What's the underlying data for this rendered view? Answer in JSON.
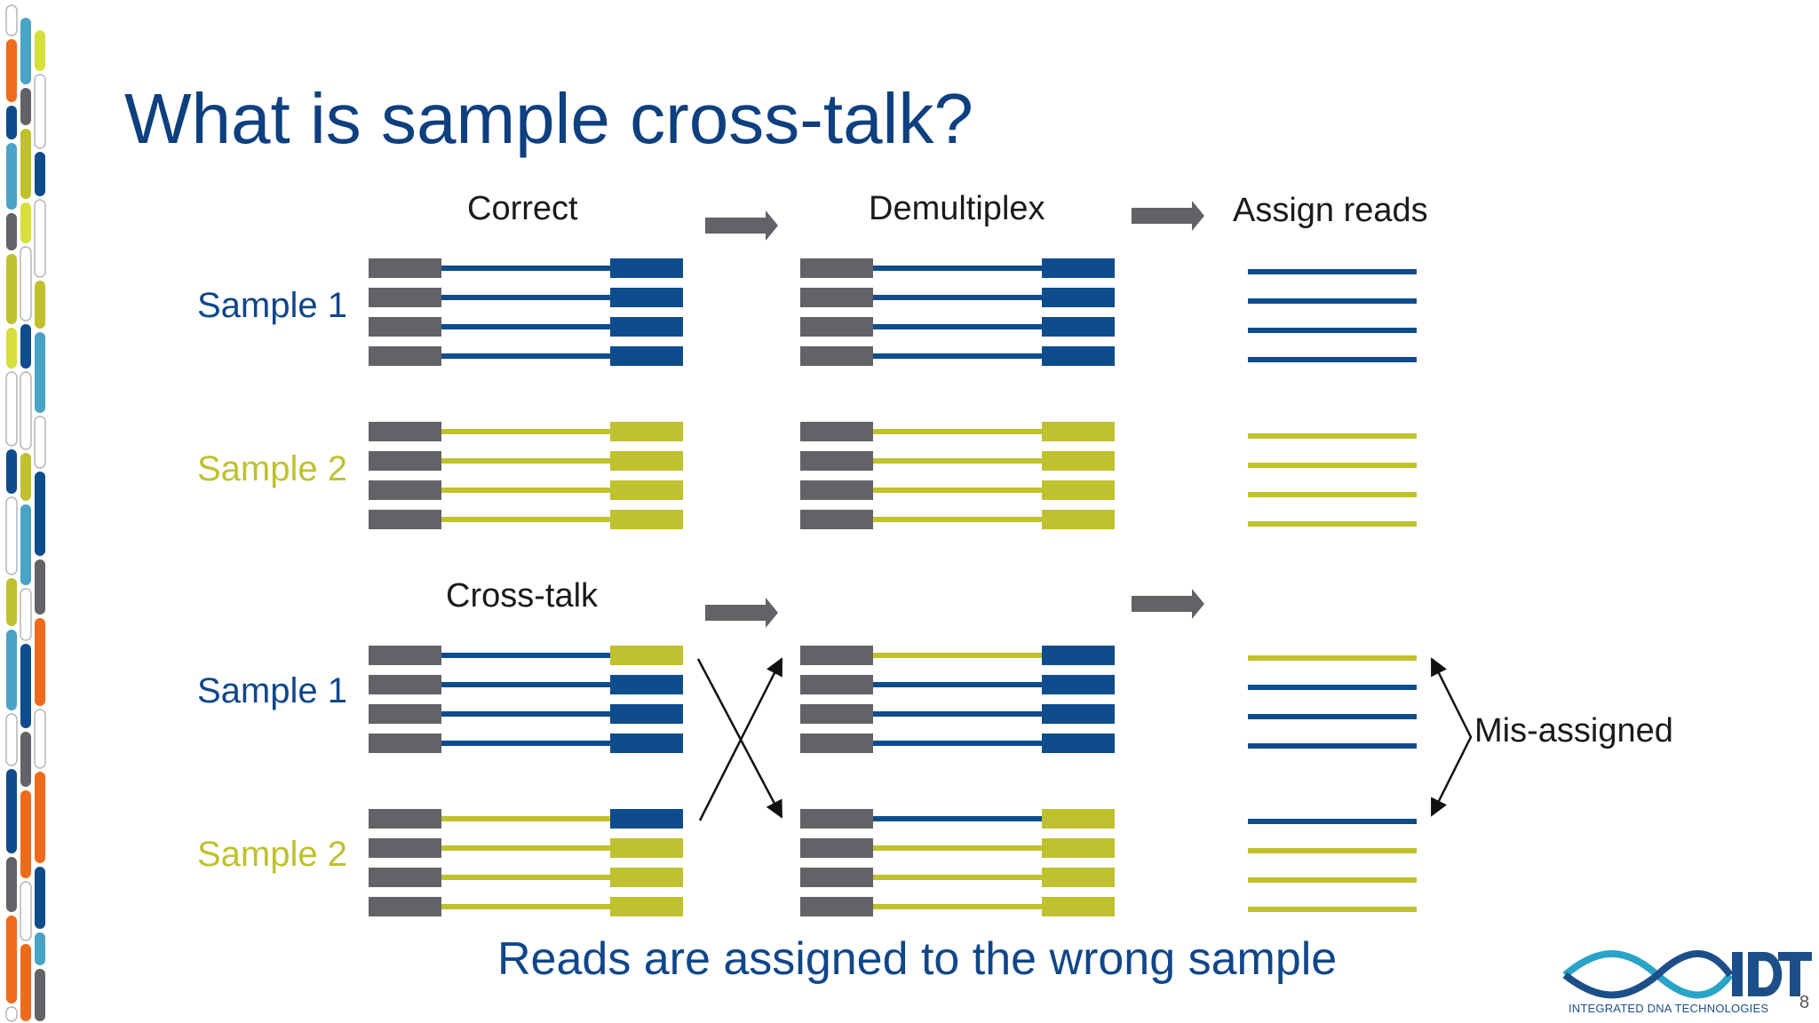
{
  "title": "What is sample cross-talk?",
  "columns": {
    "correct": "Correct",
    "demultiplex": "Demultiplex",
    "assign": "Assign reads",
    "crosstalk": "Cross-talk"
  },
  "samples": {
    "top_sample1": "Sample 1",
    "top_sample2": "Sample 2",
    "bottom_sample1": "Sample 1",
    "bottom_sample2": "Sample 2"
  },
  "annotation": "Mis-assigned",
  "subtitle": "Reads are assigned to the wrong sample",
  "logo": {
    "name": "IDT",
    "tagline": "INTEGRATED DNA TECHNOLOGIES"
  },
  "slide_number": "8",
  "colors": {
    "blue": "#0f4c8c",
    "yellow": "#bfc12f",
    "grey": "#626366",
    "orange": "#ee6b1c",
    "teal": "#4aa3c4",
    "lime": "#d6df3d",
    "title_blue": "#0e3f7f"
  },
  "read_groups": {
    "correct_s1": [
      [
        "blue",
        "blue"
      ],
      [
        "blue",
        "blue"
      ],
      [
        "blue",
        "blue"
      ],
      [
        "blue",
        "blue"
      ]
    ],
    "correct_s2": [
      [
        "yellow",
        "yellow"
      ],
      [
        "yellow",
        "yellow"
      ],
      [
        "yellow",
        "yellow"
      ],
      [
        "yellow",
        "yellow"
      ]
    ],
    "demux_s1": [
      [
        "blue",
        "blue"
      ],
      [
        "blue",
        "blue"
      ],
      [
        "blue",
        "blue"
      ],
      [
        "blue",
        "blue"
      ]
    ],
    "demux_s2": [
      [
        "yellow",
        "yellow"
      ],
      [
        "yellow",
        "yellow"
      ],
      [
        "yellow",
        "yellow"
      ],
      [
        "yellow",
        "yellow"
      ]
    ],
    "cross_s1": [
      [
        "blue",
        "yellow"
      ],
      [
        "blue",
        "blue"
      ],
      [
        "blue",
        "blue"
      ],
      [
        "blue",
        "blue"
      ]
    ],
    "cross_s2": [
      [
        "yellow",
        "blue"
      ],
      [
        "yellow",
        "yellow"
      ],
      [
        "yellow",
        "yellow"
      ],
      [
        "yellow",
        "yellow"
      ]
    ],
    "cross_demux_s1": [
      [
        "yellow",
        "blue"
      ],
      [
        "blue",
        "blue"
      ],
      [
        "blue",
        "blue"
      ],
      [
        "blue",
        "blue"
      ]
    ],
    "cross_demux_s2": [
      [
        "blue",
        "yellow"
      ],
      [
        "yellow",
        "yellow"
      ],
      [
        "yellow",
        "yellow"
      ],
      [
        "yellow",
        "yellow"
      ]
    ]
  },
  "assigned_groups": {
    "correct_s1": [
      "blue",
      "blue",
      "blue",
      "blue"
    ],
    "correct_s2": [
      "yellow",
      "yellow",
      "yellow",
      "yellow"
    ],
    "cross_s1": [
      "yellow",
      "blue",
      "blue",
      "blue"
    ],
    "cross_s2": [
      "blue",
      "yellow",
      "yellow",
      "yellow"
    ]
  }
}
